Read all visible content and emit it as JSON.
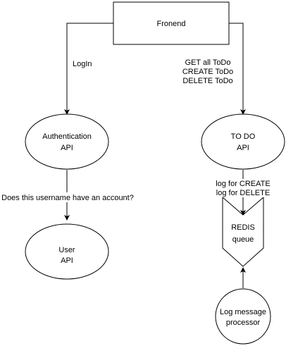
{
  "nodes": {
    "frontend": {
      "label": "Fronend"
    },
    "auth_api": {
      "line1": "Authentication",
      "line2": "API"
    },
    "todo_api": {
      "line1": "TO DO",
      "line2": "API"
    },
    "user_api": {
      "line1": "User",
      "line2": "API"
    },
    "redis_queue": {
      "line1": "REDIS",
      "line2": "queue"
    },
    "log_processor": {
      "line1": "Log message",
      "line2": "processor"
    }
  },
  "edges": {
    "frontend_to_auth": {
      "label": "LogIn"
    },
    "frontend_to_todo": {
      "line1": "GET all ToDo",
      "line2": "CREATE ToDo",
      "line3": "DELETE ToDo"
    },
    "auth_to_user": {
      "label": "Does this username have an account?"
    },
    "todo_to_redis": {
      "line1": "log for CREATE",
      "line2": "log for DELETE"
    }
  },
  "colors": {
    "stroke": "#000000",
    "fill": "#ffffff"
  }
}
